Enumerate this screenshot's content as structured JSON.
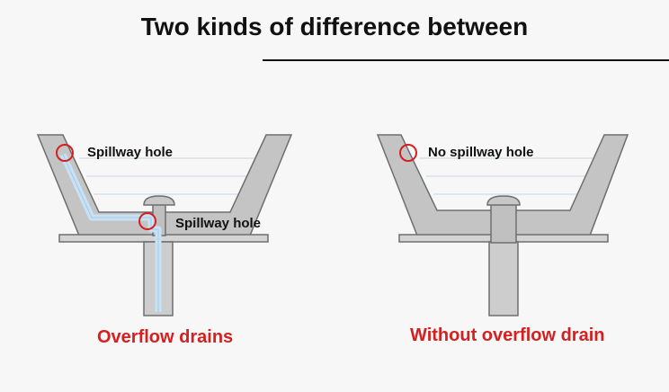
{
  "title": "Two kinds of difference between",
  "left": {
    "label_top": "Spillway hole",
    "label_mid": "Spillway hole",
    "caption": "Overflow drains"
  },
  "right": {
    "label_top": "No spillway hole",
    "caption": "Without overflow drain"
  },
  "colors": {
    "basin_fill": "#c4c4c4",
    "basin_stroke": "#6e6e6e",
    "channel": "#c8e2f5",
    "circle": "#d42020",
    "caption": "#d42020",
    "water_line": "#c9d6e6"
  }
}
